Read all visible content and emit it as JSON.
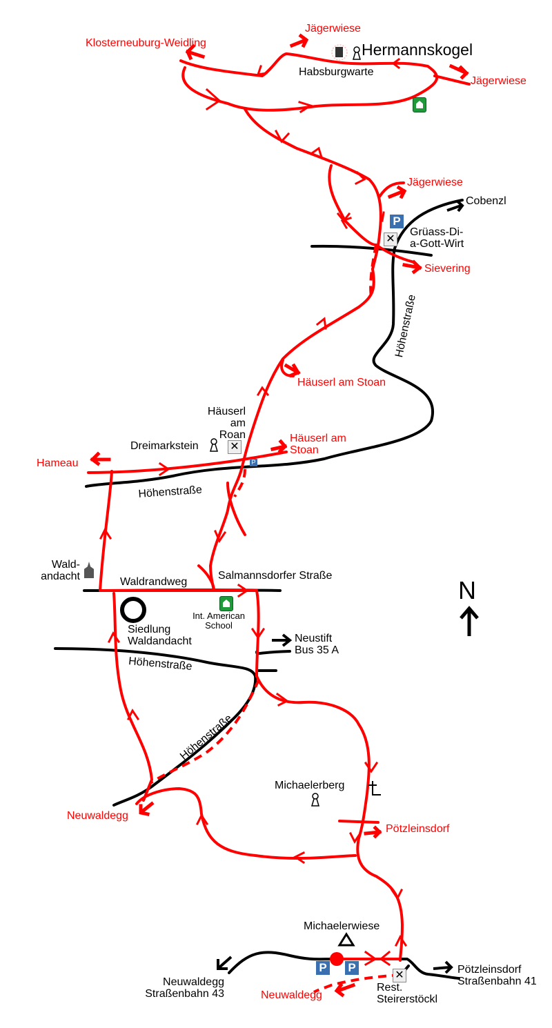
{
  "map": {
    "title": "Hermannskogel",
    "colors": {
      "route": "#ff0000",
      "road": "#000000",
      "parking": "#3a6fb0",
      "facility": "#1f9a3a"
    },
    "north": {
      "label": "N",
      "icon": "north-arrow-icon"
    },
    "places": {
      "habsburgwarte": "Habsburgwarte",
      "hermannskogel": "Hermannskogel",
      "gruass_1": "Grüass-Di-",
      "gruass_2": "a-Gott-Wirt",
      "cobenzl": "Cobenzl",
      "haeuserl_roan_1": "Häuserl",
      "haeuserl_roan_2": "am",
      "haeuserl_roan_3": "Roan",
      "dreimarkstein": "Dreimarkstein",
      "wald_1": "Wald-",
      "wald_2": "andacht",
      "waldrandweg": "Waldrandweg",
      "salmannsdorfer": "Salmannsdorfer Straße",
      "school_1": "Int. American",
      "school_2": "School",
      "siedlung_1": "Siedlung",
      "siedlung_2": "Waldandacht",
      "neustift_1": "Neustift",
      "neustift_2": "Bus 35 A",
      "michaelerberg": "Michaelerberg",
      "michaelerwiese": "Michaelerwiese",
      "neuwaldegg_tram_1": "Neuwaldegg",
      "neuwaldegg_tram_2": "Straßenbahn 43",
      "steirer_1": "Rest.",
      "steirer_2": "Steirerstöckl",
      "poetz_tram_1": "Pötzleinsdorf",
      "poetz_tram_2": "Straßenbahn 41"
    },
    "roads": {
      "hoehen_1": "Höhenstraße",
      "hoehen_2": "Höhenstraße",
      "hoehen_3": "Höhenstraße",
      "hoehen_4": "Höhenstraße"
    },
    "destinations": {
      "klosterneuburg": "Klosterneuburg-Weidling",
      "jaeger_top": "Jägerwiese",
      "jaeger_right": "Jägerwiese",
      "jaeger_mid": "Jägerwiese",
      "sievering": "Sievering",
      "haeuserl_stoan_1": "Häuserl am Stoan",
      "haeuserl_stoan_2a": "Häuserl am",
      "haeuserl_stoan_2b": "Stoan",
      "hameau": "Hameau",
      "neuwaldegg_1": "Neuwaldegg",
      "poetzleinsdorf": "Pötzleinsdorf",
      "neuwaldegg_2": "Neuwaldegg"
    },
    "icons": {
      "parking": "P",
      "restaurant": "✕",
      "cross": "┴",
      "summit": "△"
    }
  }
}
